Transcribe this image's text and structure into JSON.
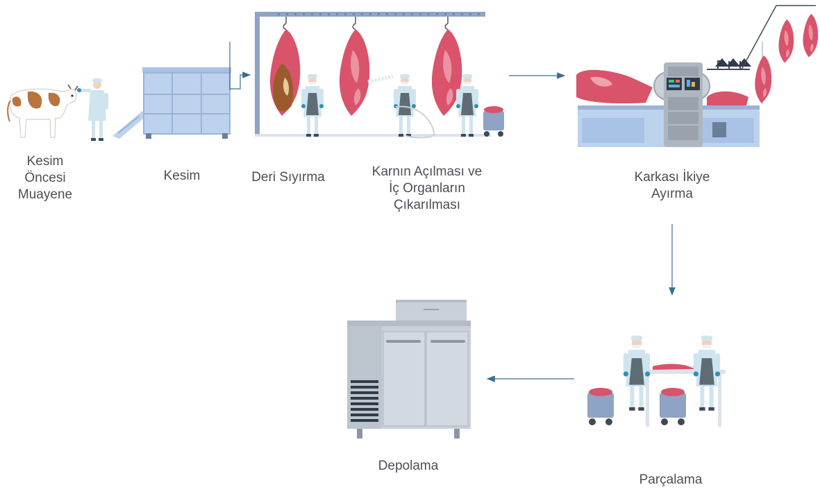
{
  "steps": [
    {
      "label": "Kesim\nÖncesi\nMuayene"
    },
    {
      "label": "Kesim"
    },
    {
      "label": "Deri Sıyırma"
    },
    {
      "label": "Karnın Açılması ve\nİç Organların\nÇıkarılması"
    },
    {
      "label": "Karkası İkiye\nAyırma"
    },
    {
      "label": "Parçalama"
    },
    {
      "label": "Depolama"
    }
  ],
  "colors": {
    "label": "#4a4f55",
    "arrow": "#3d6d8c",
    "meat": "#d9536a",
    "meat_light": "#f0a2b0",
    "steel": "#aeb6bf",
    "steel_light": "#c9d0d8",
    "blue_machine": "#bdd2ec",
    "gown": "#cfe4ee",
    "apron": "#5f6b75",
    "rail": "#8fa3c4",
    "cow_brown": "#b8743f"
  }
}
